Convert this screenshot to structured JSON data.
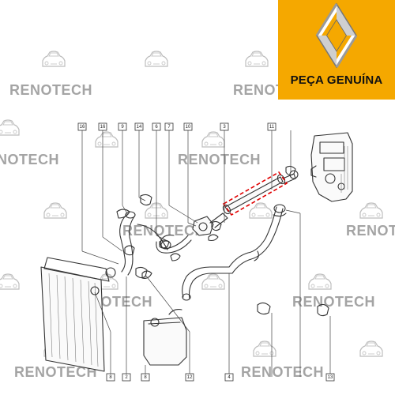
{
  "brand": {
    "logo_icon": "renault-diamond-logo",
    "caption": "PEÇA GENUÍNA",
    "background_color": "#f5a800"
  },
  "watermark": {
    "text": "RENOTECH",
    "icon": "car-front-icon"
  },
  "callouts": {
    "c16a": "16",
    "c16b": "16",
    "c9": "9",
    "c14": "14",
    "c6": "6",
    "c7": "7",
    "c10": "10",
    "c3": "3",
    "c11": "11",
    "c8a": "8",
    "c2": "2",
    "c8b": "8",
    "c12": "12",
    "c4": "4",
    "c13": "13"
  },
  "highlight_color": "#e00000"
}
